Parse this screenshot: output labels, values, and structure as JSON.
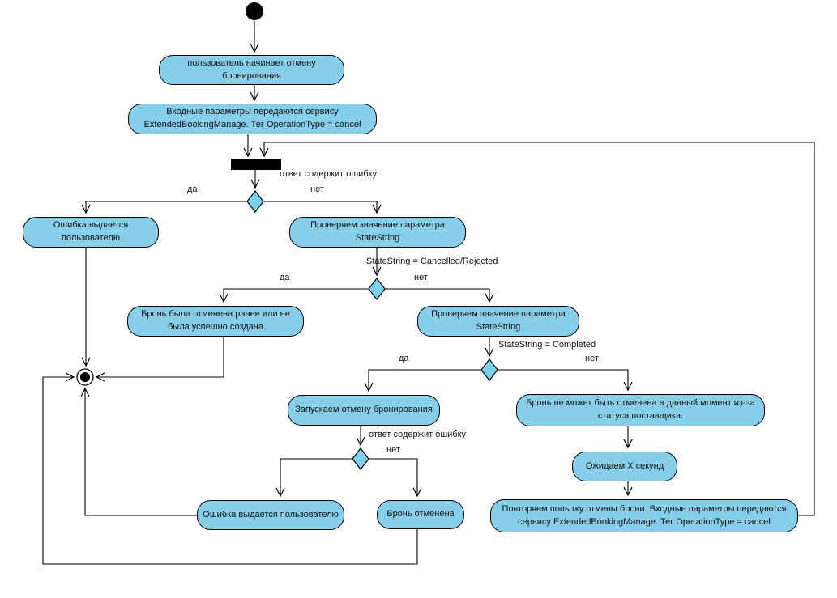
{
  "diagram": {
    "type": "uml-activity-diagram",
    "language": "ru",
    "colors": {
      "node_fill": "#87CEEB",
      "decision_fill": "#7CD0F0",
      "node_stroke": "#000000",
      "connector": "#000000",
      "background": "#FFFFFF"
    },
    "nodes": {
      "user_starts_cancel": "пользователь начинает отмену бронирования",
      "params_sent": "Входные параметры передаются сервису ExtendedBookingManage. Тег OperationType = cancel",
      "error_shown_top": "Ошибка выдается пользователю",
      "check_statestring_1": "Проверяем значение параметра StateString",
      "booking_already_cancelled": "Бронь была отменена ранее или не была успешно создана",
      "check_statestring_2": "Проверяем значение параметра StateString",
      "start_cancellation": "Запускаем отмену бронирования",
      "cannot_cancel_now": "Бронь не может быть отменена в данный момент из-за статуса поставщика.",
      "wait_x_seconds": "Ожидаем X секунд",
      "error_shown_bottom": "Ошибка выдается пользователю",
      "booking_cancelled": "Бронь отменена",
      "retry_cancel": "Повторяем попытку отмены брони.  Входные параметры передаются сервису ExtendedBookingManage.  Тег OperationType = cancel"
    },
    "edge_labels": {
      "response_contains_error_1": "ответ содержит ошибку",
      "yes_1": "да",
      "no_1": "нет",
      "statestring_cancelled_rejected": "StateString = Cancelled/Rejected",
      "yes_2": "да",
      "no_2": "нет",
      "statestring_completed": "StateString = Completed",
      "yes_3": "да",
      "no_3": "нет",
      "response_contains_error_2": "ответ содержит ошибку",
      "no_4": "нет"
    }
  }
}
